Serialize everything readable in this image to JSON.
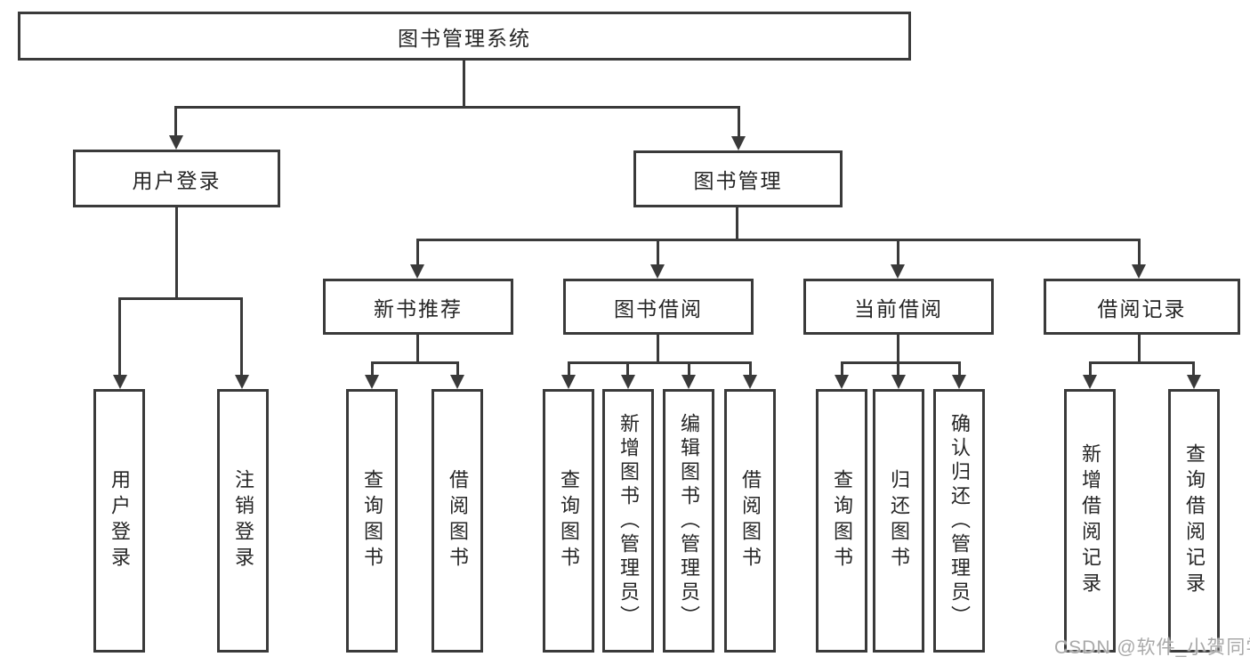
{
  "diagram": {
    "root": {
      "label": "图书管理系统"
    },
    "level1": [
      {
        "label": "用户登录"
      },
      {
        "label": "图书管理"
      }
    ],
    "level2": [
      {
        "label": "新书推荐"
      },
      {
        "label": "图书借阅"
      },
      {
        "label": "当前借阅"
      },
      {
        "label": "借阅记录"
      }
    ],
    "leaves": [
      {
        "label": "用户登录"
      },
      {
        "label": "注销登录"
      },
      {
        "label": "查询图书"
      },
      {
        "label": "借阅图书"
      },
      {
        "label": "查询图书"
      },
      {
        "label": "新增图书（管理员）"
      },
      {
        "label": "编辑图书（管理员）"
      },
      {
        "label": "借阅图书"
      },
      {
        "label": "查询图书"
      },
      {
        "label": "归还图书"
      },
      {
        "label": "确认归还（管理员）"
      },
      {
        "label": "新增借阅记录"
      },
      {
        "label": "查询借阅记录"
      }
    ],
    "colors": {
      "line": "#3a3a3a",
      "text": "#262626",
      "background": "#ffffff",
      "watermark": "#a9a9a9"
    }
  },
  "watermark": {
    "text": "CSDN @软件_小贺同学"
  }
}
